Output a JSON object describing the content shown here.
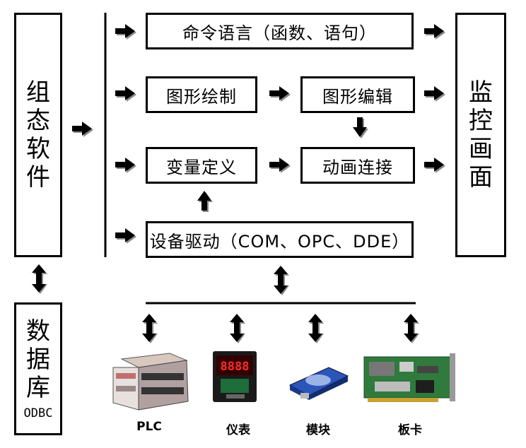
{
  "left_box": {
    "chars": [
      "组",
      "态",
      "软",
      "件"
    ]
  },
  "db_box": {
    "chars": [
      "数",
      "据",
      "库"
    ],
    "sub": "ODBC"
  },
  "right_box": {
    "chars": [
      "监",
      "控",
      "画",
      "面"
    ]
  },
  "boxes": {
    "command_language": "命令语言（函数、语句）",
    "graphic_drawing": "图形绘制",
    "graphic_editing": "图形编辑",
    "variable_definition": "变量定义",
    "animation_connection": "动画连接",
    "device_driver": "设备驱动（COM、OPC、DDE）"
  },
  "devices": [
    {
      "label": "PLC",
      "icon": "plc-icon"
    },
    {
      "label": "仪表",
      "icon": "meter-icon"
    },
    {
      "label": "模块",
      "icon": "module-icon"
    },
    {
      "label": "板卡",
      "icon": "board-card-icon"
    }
  ],
  "meter_display": "8888",
  "colors": {
    "border": "#000000",
    "arrow": "#000000",
    "arrow_shade": "#8a8a8a"
  }
}
